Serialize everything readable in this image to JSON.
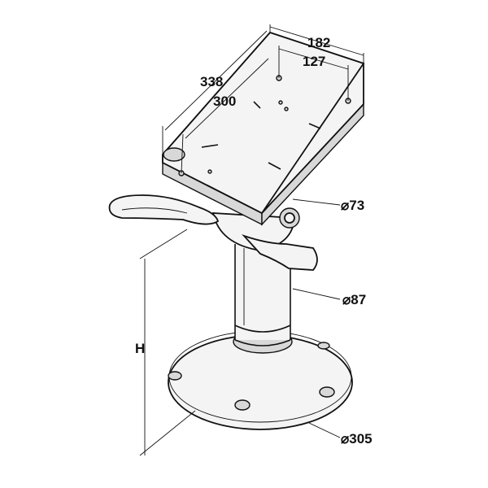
{
  "drawing": {
    "dimensions": {
      "plate_width_outer": "182",
      "plate_width_holes": "127",
      "plate_length_outer": "338",
      "plate_length_holes": "300",
      "swivel_diameter": "⌀73",
      "column_diameter": "⌀87",
      "height": "H",
      "base_diameter": "⌀305"
    }
  }
}
